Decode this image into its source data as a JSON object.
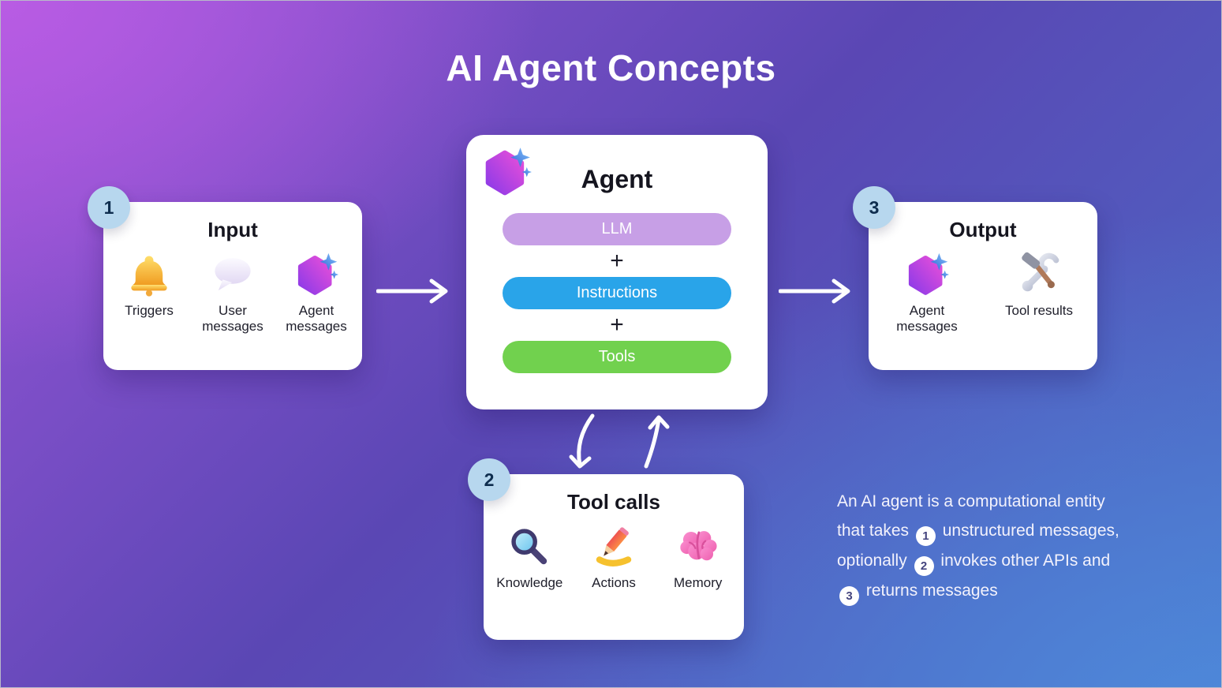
{
  "title": "AI Agent Concepts",
  "cards": {
    "input": {
      "badge": "1",
      "title": "Input",
      "items": [
        {
          "icon": "bell-icon",
          "label": "Triggers"
        },
        {
          "icon": "speech-bubble-icon",
          "label": "User messages"
        },
        {
          "icon": "agent-hexagon-icon",
          "label": "Agent messages"
        }
      ]
    },
    "agent": {
      "icon": "agent-hexagon-icon",
      "title": "Agent",
      "plus": "+",
      "stack": [
        {
          "label": "LLM",
          "color": "#c79fe6"
        },
        {
          "label": "Instructions",
          "color": "#29a4e9"
        },
        {
          "label": "Tools",
          "color": "#71d14e"
        }
      ]
    },
    "output": {
      "badge": "3",
      "title": "Output",
      "items": [
        {
          "icon": "agent-hexagon-icon",
          "label": "Agent messages"
        },
        {
          "icon": "hammer-wrench-icon",
          "label": "Tool results"
        }
      ]
    },
    "tool_calls": {
      "badge": "2",
      "title": "Tool calls",
      "items": [
        {
          "icon": "magnifier-icon",
          "label": "Knowledge"
        },
        {
          "icon": "pencil-icon",
          "label": "Actions"
        },
        {
          "icon": "brain-icon",
          "label": "Memory"
        }
      ]
    }
  },
  "description": {
    "segments": [
      {
        "text": "An AI agent is a computational entity that takes "
      },
      {
        "badge": "1"
      },
      {
        "text": " unstructured messages, optionally "
      },
      {
        "badge": "2"
      },
      {
        "text": " invokes other APIs and "
      },
      {
        "badge": "3"
      },
      {
        "text": " returns messages"
      }
    ]
  },
  "colors": {
    "background_top_left": "#b25ce0",
    "background_mid": "#5a47b4",
    "background_bottom_right": "#4e86d8",
    "card_background": "#ffffff",
    "step_badge_background": "#b7d7ee",
    "pill_llm": "#c79fe6",
    "pill_instructions": "#29a4e9",
    "pill_tools": "#71d14e",
    "arrow": "#ffffff",
    "title_text": "#ffffff",
    "hexagon_gradient": [
      "#8b3ae8",
      "#e84fd9"
    ],
    "sparkle_gradient": [
      "#2e63d8",
      "#86c5f9"
    ]
  }
}
